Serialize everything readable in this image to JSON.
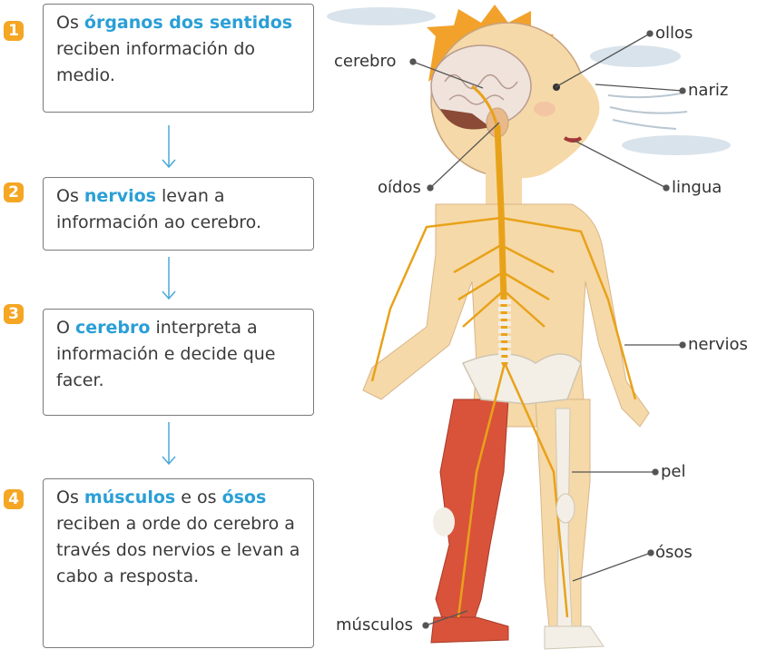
{
  "steps": [
    {
      "num": "1",
      "pre": "Os ",
      "hl1": "órganos dos sentidos",
      "mid": " reciben información do medio.",
      "hl2": "",
      "post": ""
    },
    {
      "num": "2",
      "pre": "Os ",
      "hl1": "nervios",
      "mid": " levan a información ao cerebro.",
      "hl2": "",
      "post": ""
    },
    {
      "num": "3",
      "pre": "O ",
      "hl1": "cerebro",
      "mid": " interpreta a información e decide que facer.",
      "hl2": "",
      "post": ""
    },
    {
      "num": "4",
      "pre": "Os ",
      "hl1": "músculos",
      "mid": " e os ",
      "hl2": "ósos",
      "post": " reciben a orde do cerebro a través dos nervios e levan a cabo a resposta."
    }
  ],
  "labels": {
    "cerebro": "cerebro",
    "ollos": "ollos",
    "nariz": "nariz",
    "oidos": "oídos",
    "lingua": "lingua",
    "nervios": "nervios",
    "pel": "pel",
    "osos": "ósos",
    "musculos": "músculos"
  },
  "colors": {
    "highlight": "#2a9fd6",
    "badge": "#f5a623",
    "skin": "#f6d9a8",
    "nerve": "#e8a21a",
    "muscle": "#d9533a",
    "bone": "#f3efe6"
  }
}
